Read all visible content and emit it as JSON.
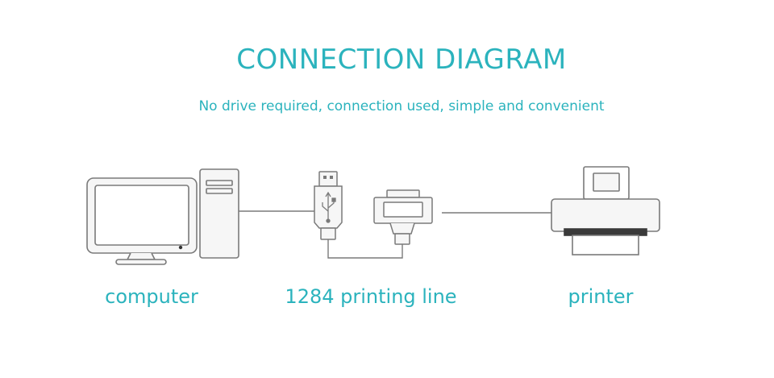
{
  "title": "CONNECTION DIAGRAM",
  "subtitle": "No drive required, connection used, simple and convenient",
  "labels": {
    "computer": "computer",
    "cable": "1284 printing line",
    "printer": "printer"
  },
  "icons": {
    "computer": "computer-icon",
    "cable": "usb-to-parallel-cable-icon",
    "printer": "printer-icon"
  },
  "colors": {
    "accent": "#2bb3bd",
    "line": "#7a7a7a",
    "fill_light": "#f6f6f6"
  }
}
